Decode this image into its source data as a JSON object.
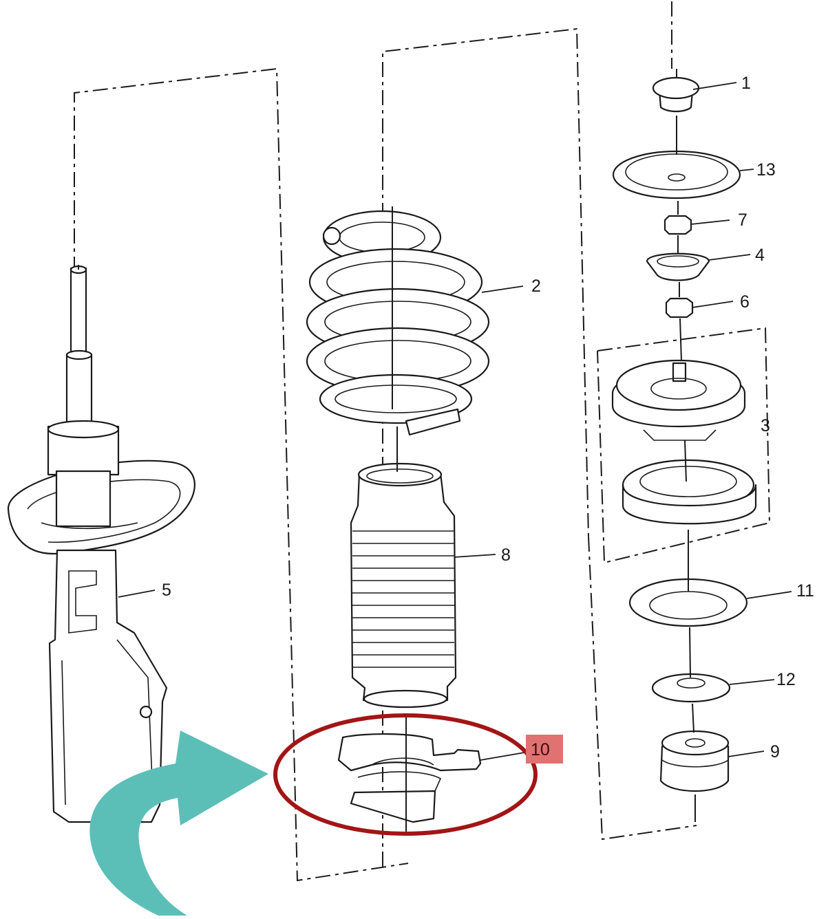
{
  "diagram": {
    "labels": {
      "p1": "1",
      "p2": "2",
      "p3": "3",
      "p4": "4",
      "p5": "5",
      "p6": "6",
      "p7": "7",
      "p8": "8",
      "p9": "9",
      "p10": "10",
      "p11": "11",
      "p12": "12",
      "p13": "13"
    },
    "highlight": {
      "part": "10",
      "ellipse_color": "#a31515",
      "badge_color": "#e07272",
      "arrow_color": "#5bbfb8"
    }
  }
}
